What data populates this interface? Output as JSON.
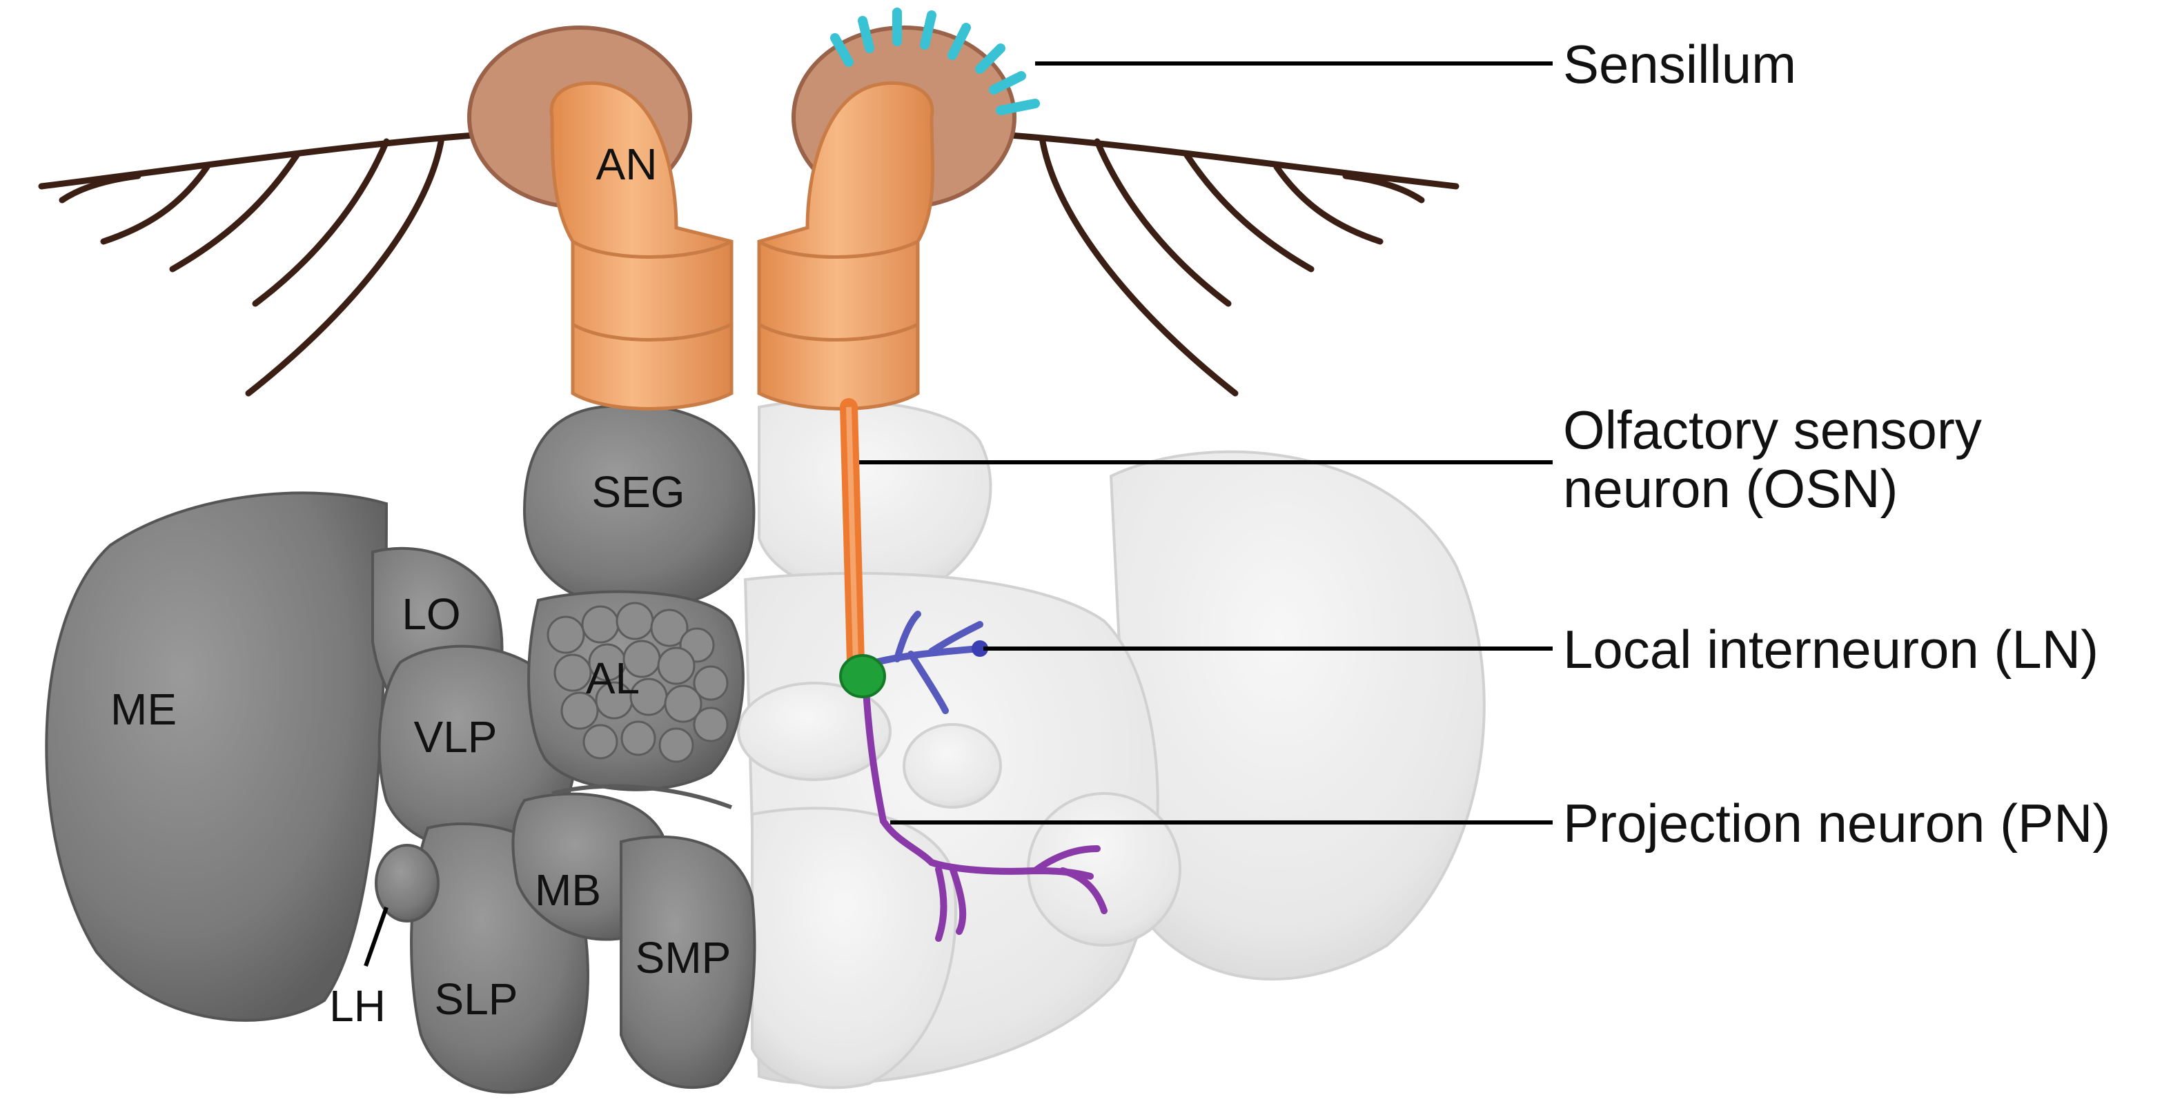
{
  "colors": {
    "brain_dark": "#7c7c7c",
    "brain_dark_edge": "#5a5a5a",
    "brain_light": "#ececec",
    "brain_light_edge": "#d2d2d2",
    "antenna": "#f0a66c",
    "antenna_edge": "#c97c45",
    "arista": "#3b1f14",
    "sensillum": "#39c1d4",
    "osn": "#ee7a32",
    "osn_soma": "#1fa038",
    "ln": "#3c3fb4",
    "pn": "#8a3aa8",
    "leader": "#000000"
  },
  "regions": {
    "an": "AN",
    "seg": "SEG",
    "lo": "LO",
    "al": "AL",
    "me": "ME",
    "vlp": "VLP",
    "mb": "MB",
    "smp": "SMP",
    "slp": "SLP",
    "lh": "LH"
  },
  "callouts": {
    "sensillum": "Sensillum",
    "osn_line1": "Olfactory sensory",
    "osn_line2": "neuron (OSN)",
    "ln": "Local interneuron (LN)",
    "pn": "Projection neuron (PN)"
  }
}
